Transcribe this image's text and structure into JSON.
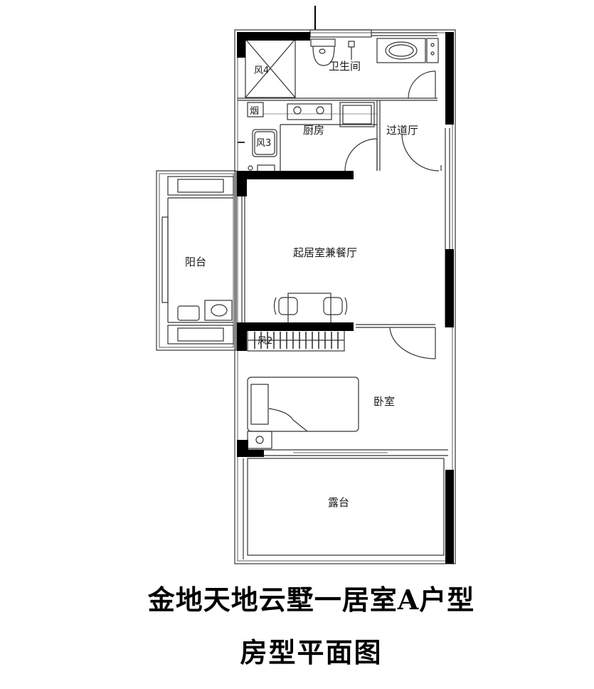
{
  "plan": {
    "rooms": [
      {
        "id": "bathroom",
        "label": "卫生间"
      },
      {
        "id": "kitchen",
        "label": "厨房"
      },
      {
        "id": "corridor",
        "label": "过道厅"
      },
      {
        "id": "living-dining",
        "label": "起居室兼餐厅"
      },
      {
        "id": "balcony",
        "label": "阳台"
      },
      {
        "id": "bedroom",
        "label": "卧室"
      },
      {
        "id": "terrace",
        "label": "露台"
      }
    ],
    "shafts": [
      {
        "id": "vent-4",
        "label": "风4"
      },
      {
        "id": "vent-3",
        "label": "风3"
      },
      {
        "id": "vent-2",
        "label": "风2"
      },
      {
        "id": "flue",
        "label": "烟"
      }
    ],
    "colors": {
      "wall": "#000000",
      "line": "#333333",
      "background": "#ffffff"
    }
  },
  "title": {
    "line1": "金地天地云墅一居室A户型",
    "line2": "房型平面图"
  }
}
